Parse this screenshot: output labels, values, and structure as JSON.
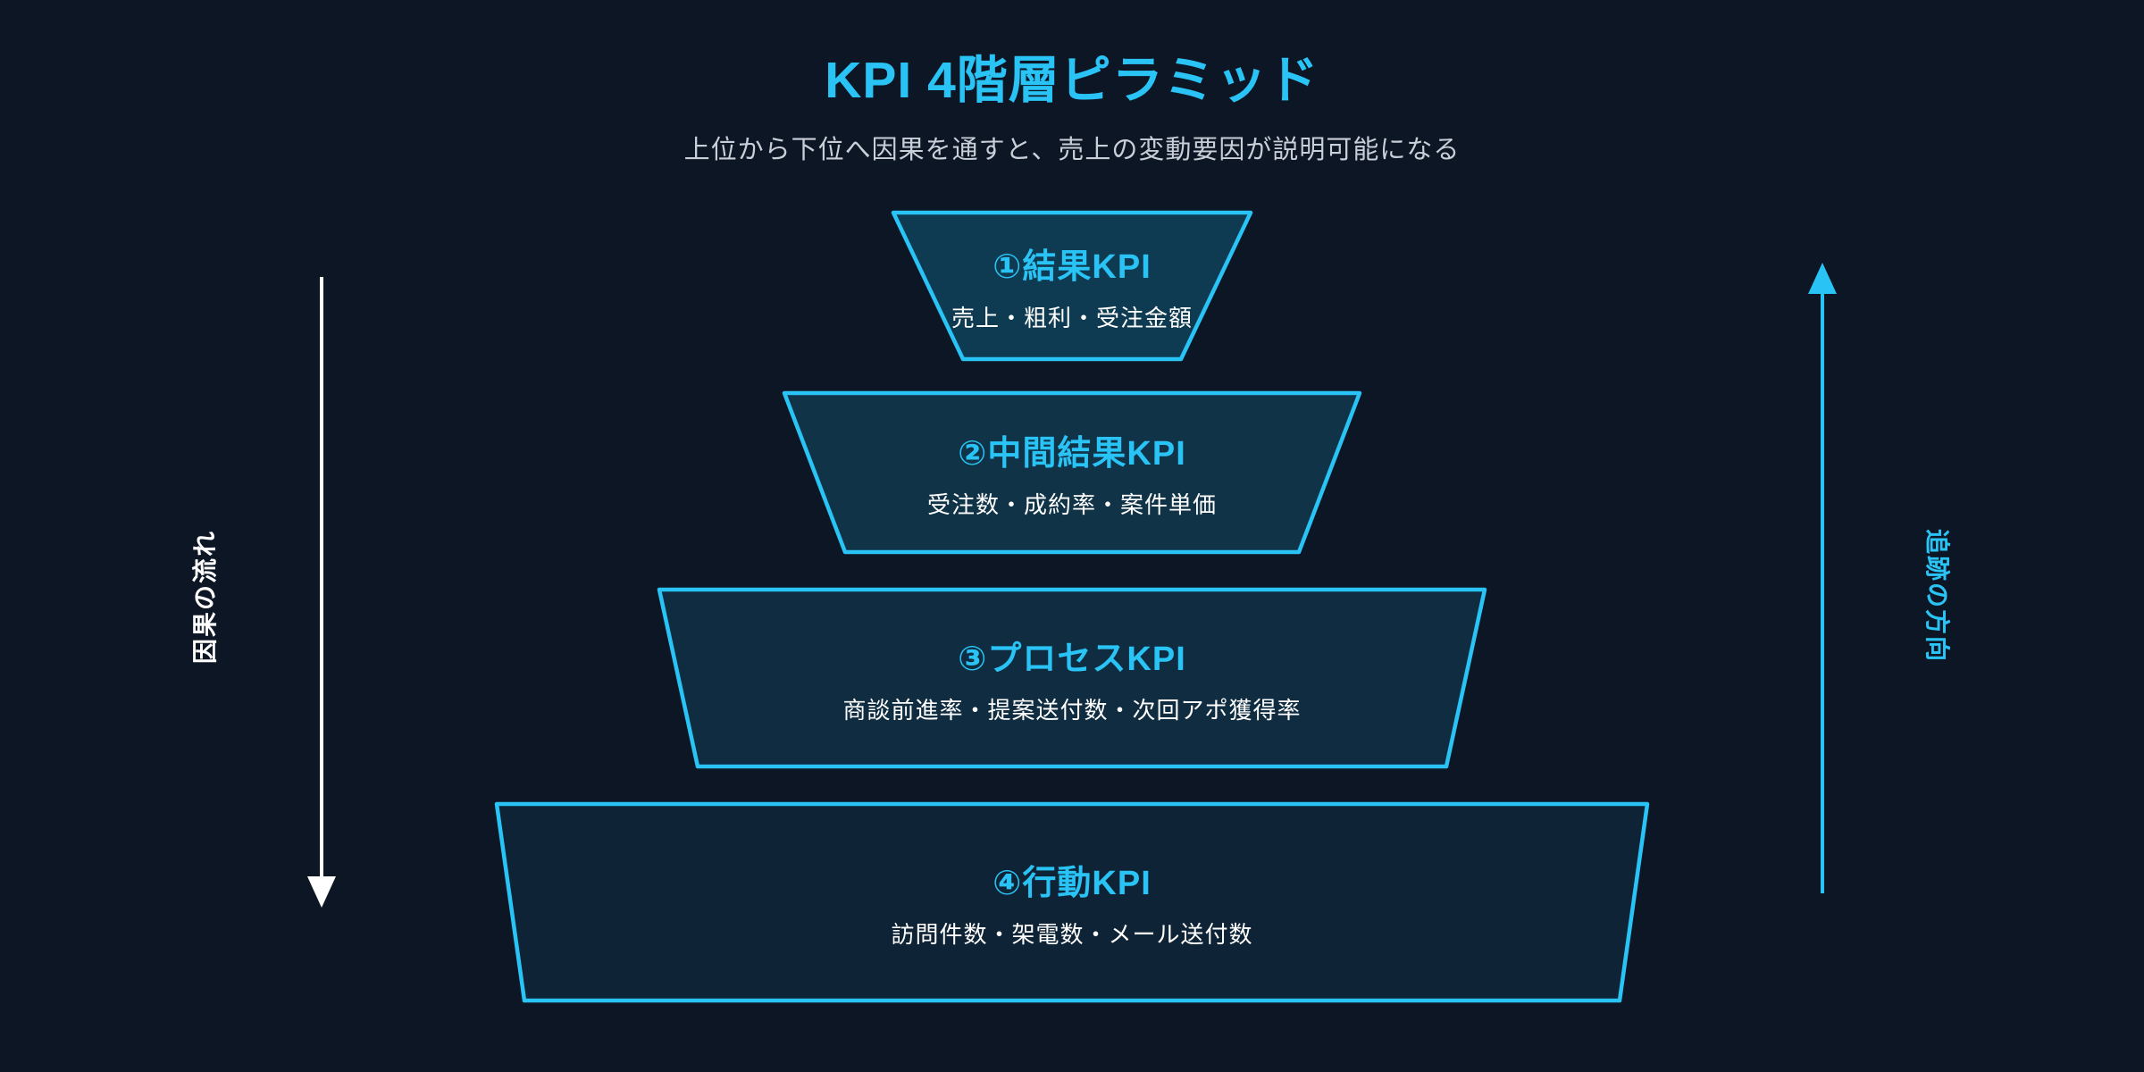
{
  "title": "KPI 4階層ピラミッド",
  "subtitle": "上位から下位へ因果を通すと、売上の変動要因が説明可能になる",
  "left_flow": {
    "label": "因果の流れ",
    "direction": "down"
  },
  "right_flow": {
    "label": "追跡の方向",
    "direction": "up"
  },
  "pyramid": {
    "layers": [
      {
        "heading": "①結果KPI",
        "metrics": "売上・粗利・受注金額"
      },
      {
        "heading": "②中間結果KPI",
        "metrics": "受注数・成約率・案件単価"
      },
      {
        "heading": "③プロセスKPI",
        "metrics": "商談前進率・提案送付数・次回アポ獲得率"
      },
      {
        "heading": "④行動KPI",
        "metrics": "訪問件数・架電数・メール送付数"
      }
    ]
  },
  "colors": {
    "background": "#0d1624",
    "accent": "#29c4f5",
    "metrics_text": "#ffffff",
    "subtitle_text": "#c9cfd8",
    "left_arrow": "#ffffff",
    "right_arrow": "#29c4f5",
    "layer_fills": [
      "#0e3b52",
      "#103348",
      "#0f2c40",
      "#0e2336"
    ]
  }
}
